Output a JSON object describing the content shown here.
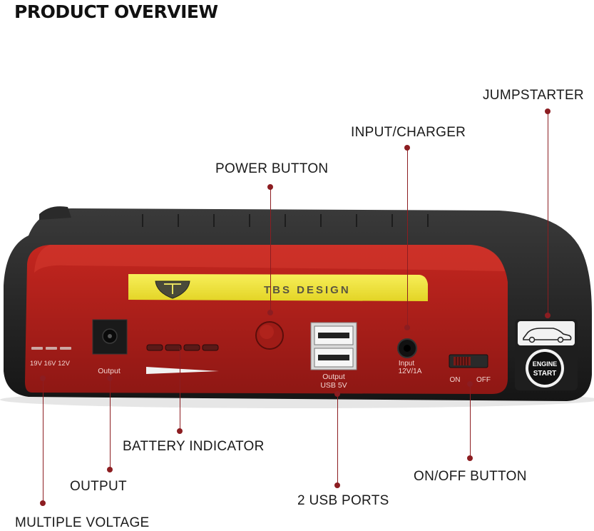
{
  "heading": "PRODUCT OVERVIEW",
  "callouts": {
    "jumpstarter": "JUMPSTARTER",
    "input_charger": "INPUT/CHARGER",
    "power_button": "POWER BUTTON",
    "battery_indicator": "BATTERY INDICATOR",
    "output": "OUTPUT",
    "multiple_voltage": "MULTIPLE VOLTAGE",
    "usb_ports": "2 USB PORTS",
    "on_off_button": "ON/OFF BUTTON"
  },
  "device": {
    "brand": "TBS DESIGN",
    "voltages": "19V 16V 12V",
    "output_label": "Output",
    "usb_label_1": "Output",
    "usb_label_2": "USB 5V",
    "input_label_1": "Input",
    "input_label_2": "12V/1A",
    "on_label": "ON",
    "off_label": "OFF",
    "engine_label_1": "ENGINE",
    "engine_label_2": "START"
  },
  "colors": {
    "accent": "#8c1d21",
    "body_red": "#b0201c",
    "rubber": "#222222",
    "label_yellow": "#f2e63a"
  }
}
